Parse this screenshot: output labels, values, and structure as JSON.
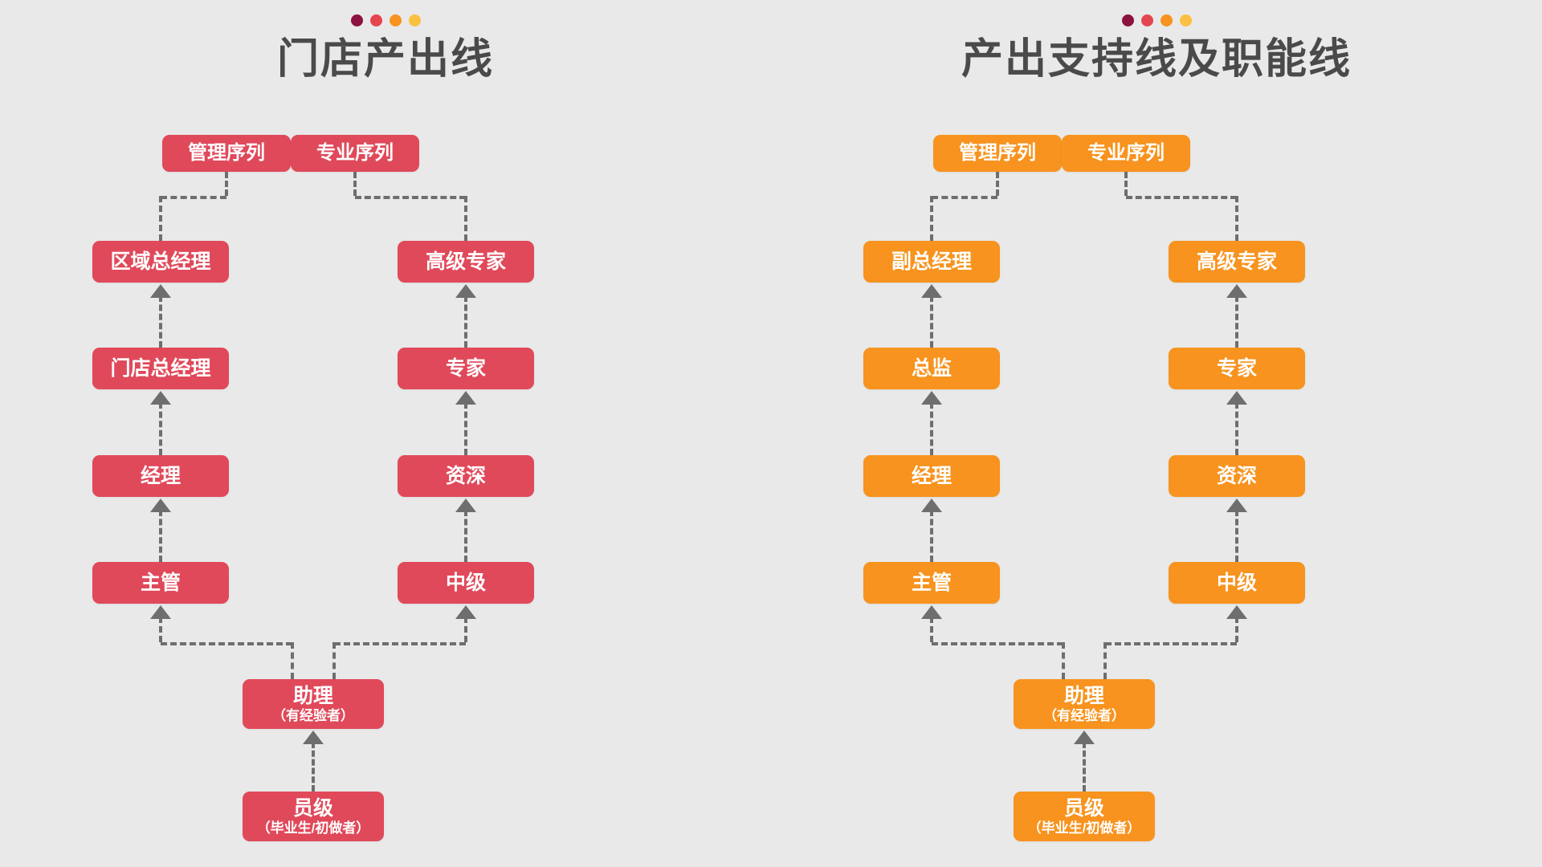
{
  "background_color": "#e9e9e9",
  "title_color": "#4a4a4a",
  "connector_color": "#6e6e6e",
  "dot_colors": [
    "#8c1240",
    "#e5454f",
    "#f7931e",
    "#fbc040"
  ],
  "panels": [
    {
      "id": "store-output-line",
      "title": "门店产出线",
      "accent_color": "#e0495a",
      "tags": [
        {
          "id": "management-track-tag",
          "label": "管理序列"
        },
        {
          "id": "professional-track-tag",
          "label": "专业序列"
        }
      ],
      "management_track": [
        {
          "id": "regional-gm",
          "label": "区域总经理"
        },
        {
          "id": "store-gm",
          "label": "门店总经理"
        },
        {
          "id": "manager",
          "label": "经理"
        },
        {
          "id": "supervisor",
          "label": "主管"
        }
      ],
      "professional_track": [
        {
          "id": "senior-expert",
          "label": "高级专家"
        },
        {
          "id": "expert",
          "label": "专家"
        },
        {
          "id": "senior",
          "label": "资深"
        },
        {
          "id": "intermediate",
          "label": "中级"
        }
      ],
      "base_track": [
        {
          "id": "assistant",
          "label": "助理",
          "sub": "（有经验者）"
        },
        {
          "id": "staff",
          "label": "员级",
          "sub": "（毕业生/初做者）"
        }
      ]
    },
    {
      "id": "support-and-function-line",
      "title": "产出支持线及职能线",
      "accent_color": "#f7931e",
      "tags": [
        {
          "id": "management-track-tag",
          "label": "管理序列"
        },
        {
          "id": "professional-track-tag",
          "label": "专业序列"
        }
      ],
      "management_track": [
        {
          "id": "deputy-gm",
          "label": "副总经理"
        },
        {
          "id": "director",
          "label": "总监"
        },
        {
          "id": "manager",
          "label": "经理"
        },
        {
          "id": "supervisor",
          "label": "主管"
        }
      ],
      "professional_track": [
        {
          "id": "senior-expert",
          "label": "高级专家"
        },
        {
          "id": "expert",
          "label": "专家"
        },
        {
          "id": "senior",
          "label": "资深"
        },
        {
          "id": "intermediate",
          "label": "中级"
        }
      ],
      "base_track": [
        {
          "id": "assistant",
          "label": "助理",
          "sub": "（有经验者）"
        },
        {
          "id": "staff",
          "label": "员级",
          "sub": "（毕业生/初做者）"
        }
      ]
    }
  ]
}
